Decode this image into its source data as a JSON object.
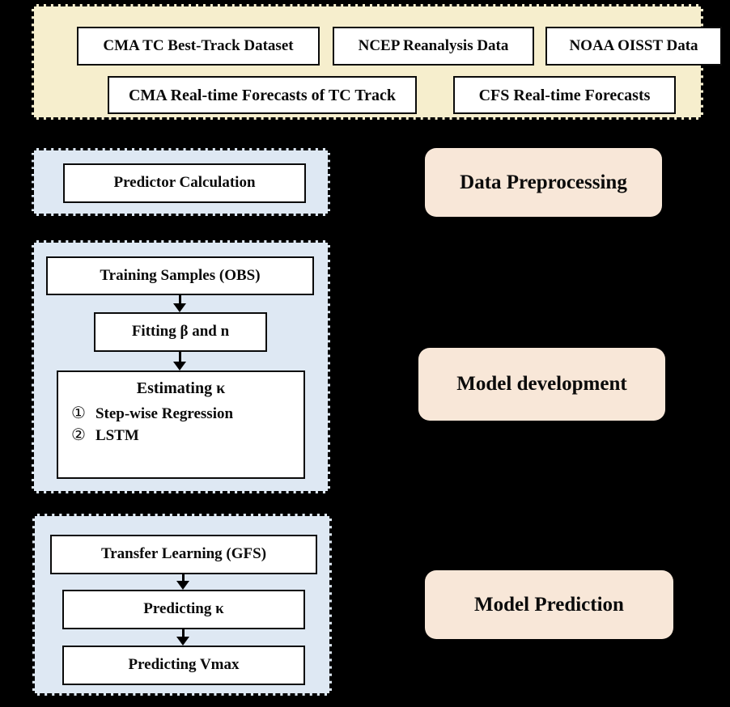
{
  "colors": {
    "background": "#000000",
    "sources_panel_fill": "#F6EECD",
    "stage_panel_fill": "#DEE8F3",
    "stage_label_fill": "#F8E7D8",
    "process_box_fill": "#FFFFFF",
    "border": "#000000"
  },
  "sources": {
    "row1": [
      "CMA TC Best-Track Dataset",
      "NCEP Reanalysis Data",
      "NOAA OISST Data"
    ],
    "row2": [
      "CMA Real-time Forecasts of TC Track",
      "CFS Real-time Forecasts"
    ]
  },
  "preprocessing": {
    "box": "Predictor Calculation",
    "stage_label": "Data Preprocessing"
  },
  "development": {
    "training_box": "Training Samples (OBS)",
    "fitting_box": "Fitting β and n",
    "estimating": {
      "title": "Estimating κ",
      "items": [
        {
          "num": "①",
          "label": "Step-wise Regression"
        },
        {
          "num": "②",
          "label": "LSTM"
        }
      ]
    },
    "stage_label": "Model development"
  },
  "prediction": {
    "transfer_box": "Transfer Learning (GFS)",
    "predicting_k_box": "Predicting κ",
    "predicting_vmax_box": "Predicting Vmax",
    "stage_label": "Model Prediction"
  }
}
